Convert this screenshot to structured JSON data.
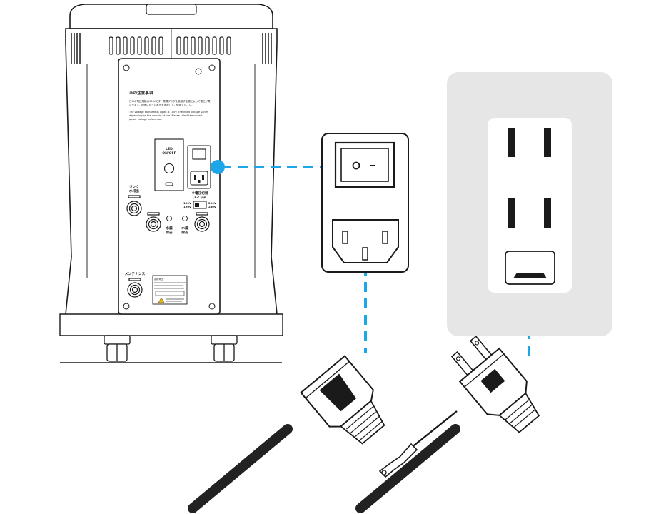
{
  "device": {
    "notice": {
      "title": "※の注意事項",
      "jp_line1": "日本の電圧規格は100Vです。電源プラグを使用する国によって電圧が異",
      "jp_line2": "なります。現地に合った電圧を選択してご使用ください。",
      "en_line1": "The voltage standard in Japan is 100V. The input voltage varies",
      "en_line2": "depending on the country of use. Please select the correct",
      "en_line3": "power voltage before use."
    },
    "led_label_1": "LED",
    "led_label_2": "ON/OFF",
    "tank_label_1": "タンク",
    "tank_label_2": "水排出",
    "voltage_label_1": "※電圧切替",
    "voltage_label_2": "スイッチ",
    "v100": "100V",
    "v120": "120V",
    "v200": "200V",
    "v240": "240V",
    "drain_label_1": "水漏",
    "drain_label_2": "除去",
    "drain2_label_1": "水漏",
    "drain2_label_2": "除去",
    "maintenance_label": "メンテナンス",
    "rating_label": "定格電圧"
  },
  "colors": {
    "leader": "#1ea7e8",
    "outlet_bg": "#e6e6e6",
    "line": "#1a1a1a"
  }
}
